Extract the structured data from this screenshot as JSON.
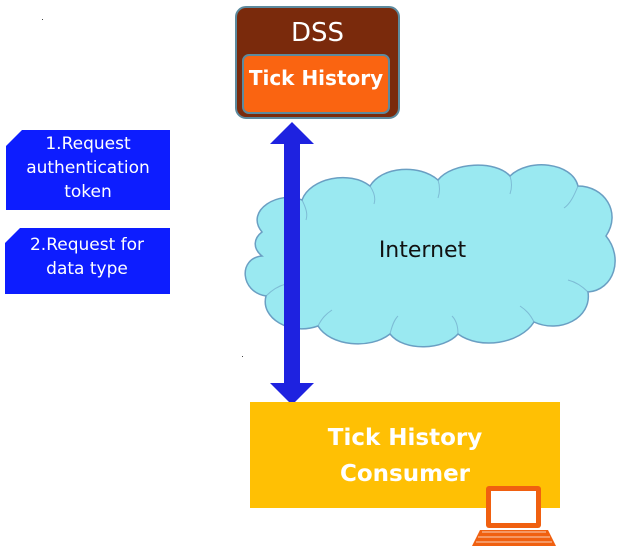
{
  "dss": {
    "title": "DSS",
    "inner_label": "Tick History"
  },
  "network": {
    "label": "Internet"
  },
  "consumer": {
    "line1": "Tick History",
    "line2": "Consumer"
  },
  "steps": [
    {
      "line1": "1.Request",
      "line2": "authentication",
      "line3": "token"
    },
    {
      "line1": "2.Request for",
      "line2": "data type"
    }
  ],
  "colors": {
    "dss_outer": "#7a2a0c",
    "dss_inner": "#fa6411",
    "arrow": "#1e22e0",
    "cloud_fill": "#9ae9f1",
    "cloud_stroke": "#6a9fc3",
    "consumer_box": "#ffc004",
    "step_callout": "#0d1dff",
    "computer_icon": "#f06010"
  },
  "icons": {
    "consumer_device": "laptop-icon"
  }
}
